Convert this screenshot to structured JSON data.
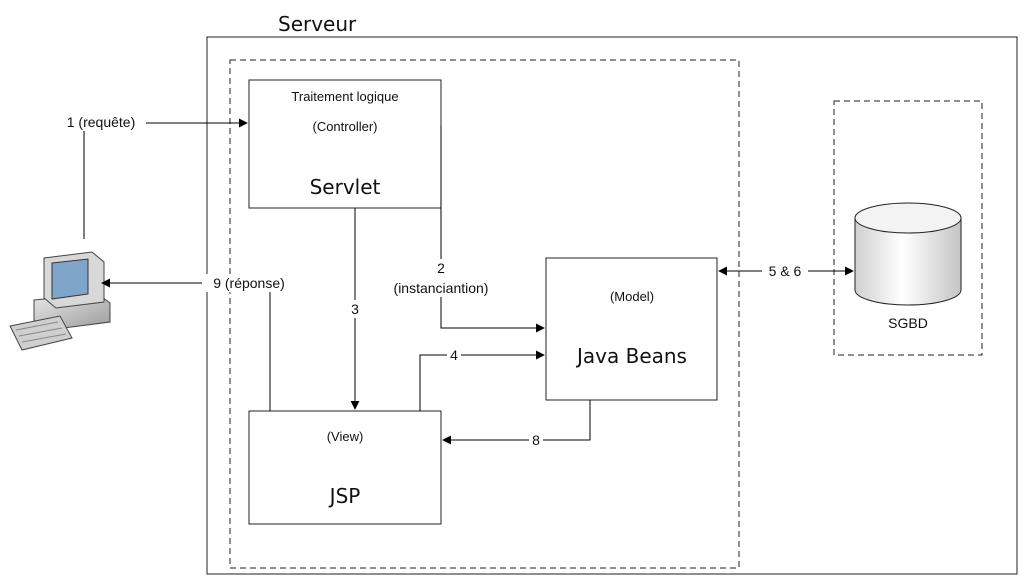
{
  "server": {
    "title": "Serveur"
  },
  "servlet": {
    "line1": "Traitement logique",
    "line2": "(Controller)",
    "name": "Servlet"
  },
  "beans": {
    "role": "(Model)",
    "name": "Java Beans"
  },
  "jsp": {
    "role": "(View)",
    "name": "JSP"
  },
  "database": {
    "label": "SGBD"
  },
  "arrows": {
    "request": "1 (requête)",
    "instantiation_number": "2",
    "instantiation_text": "(instanciantion)",
    "forward": "3",
    "access": "4",
    "db": "5 & 6",
    "return": "8",
    "response": "9 (réponse)"
  }
}
